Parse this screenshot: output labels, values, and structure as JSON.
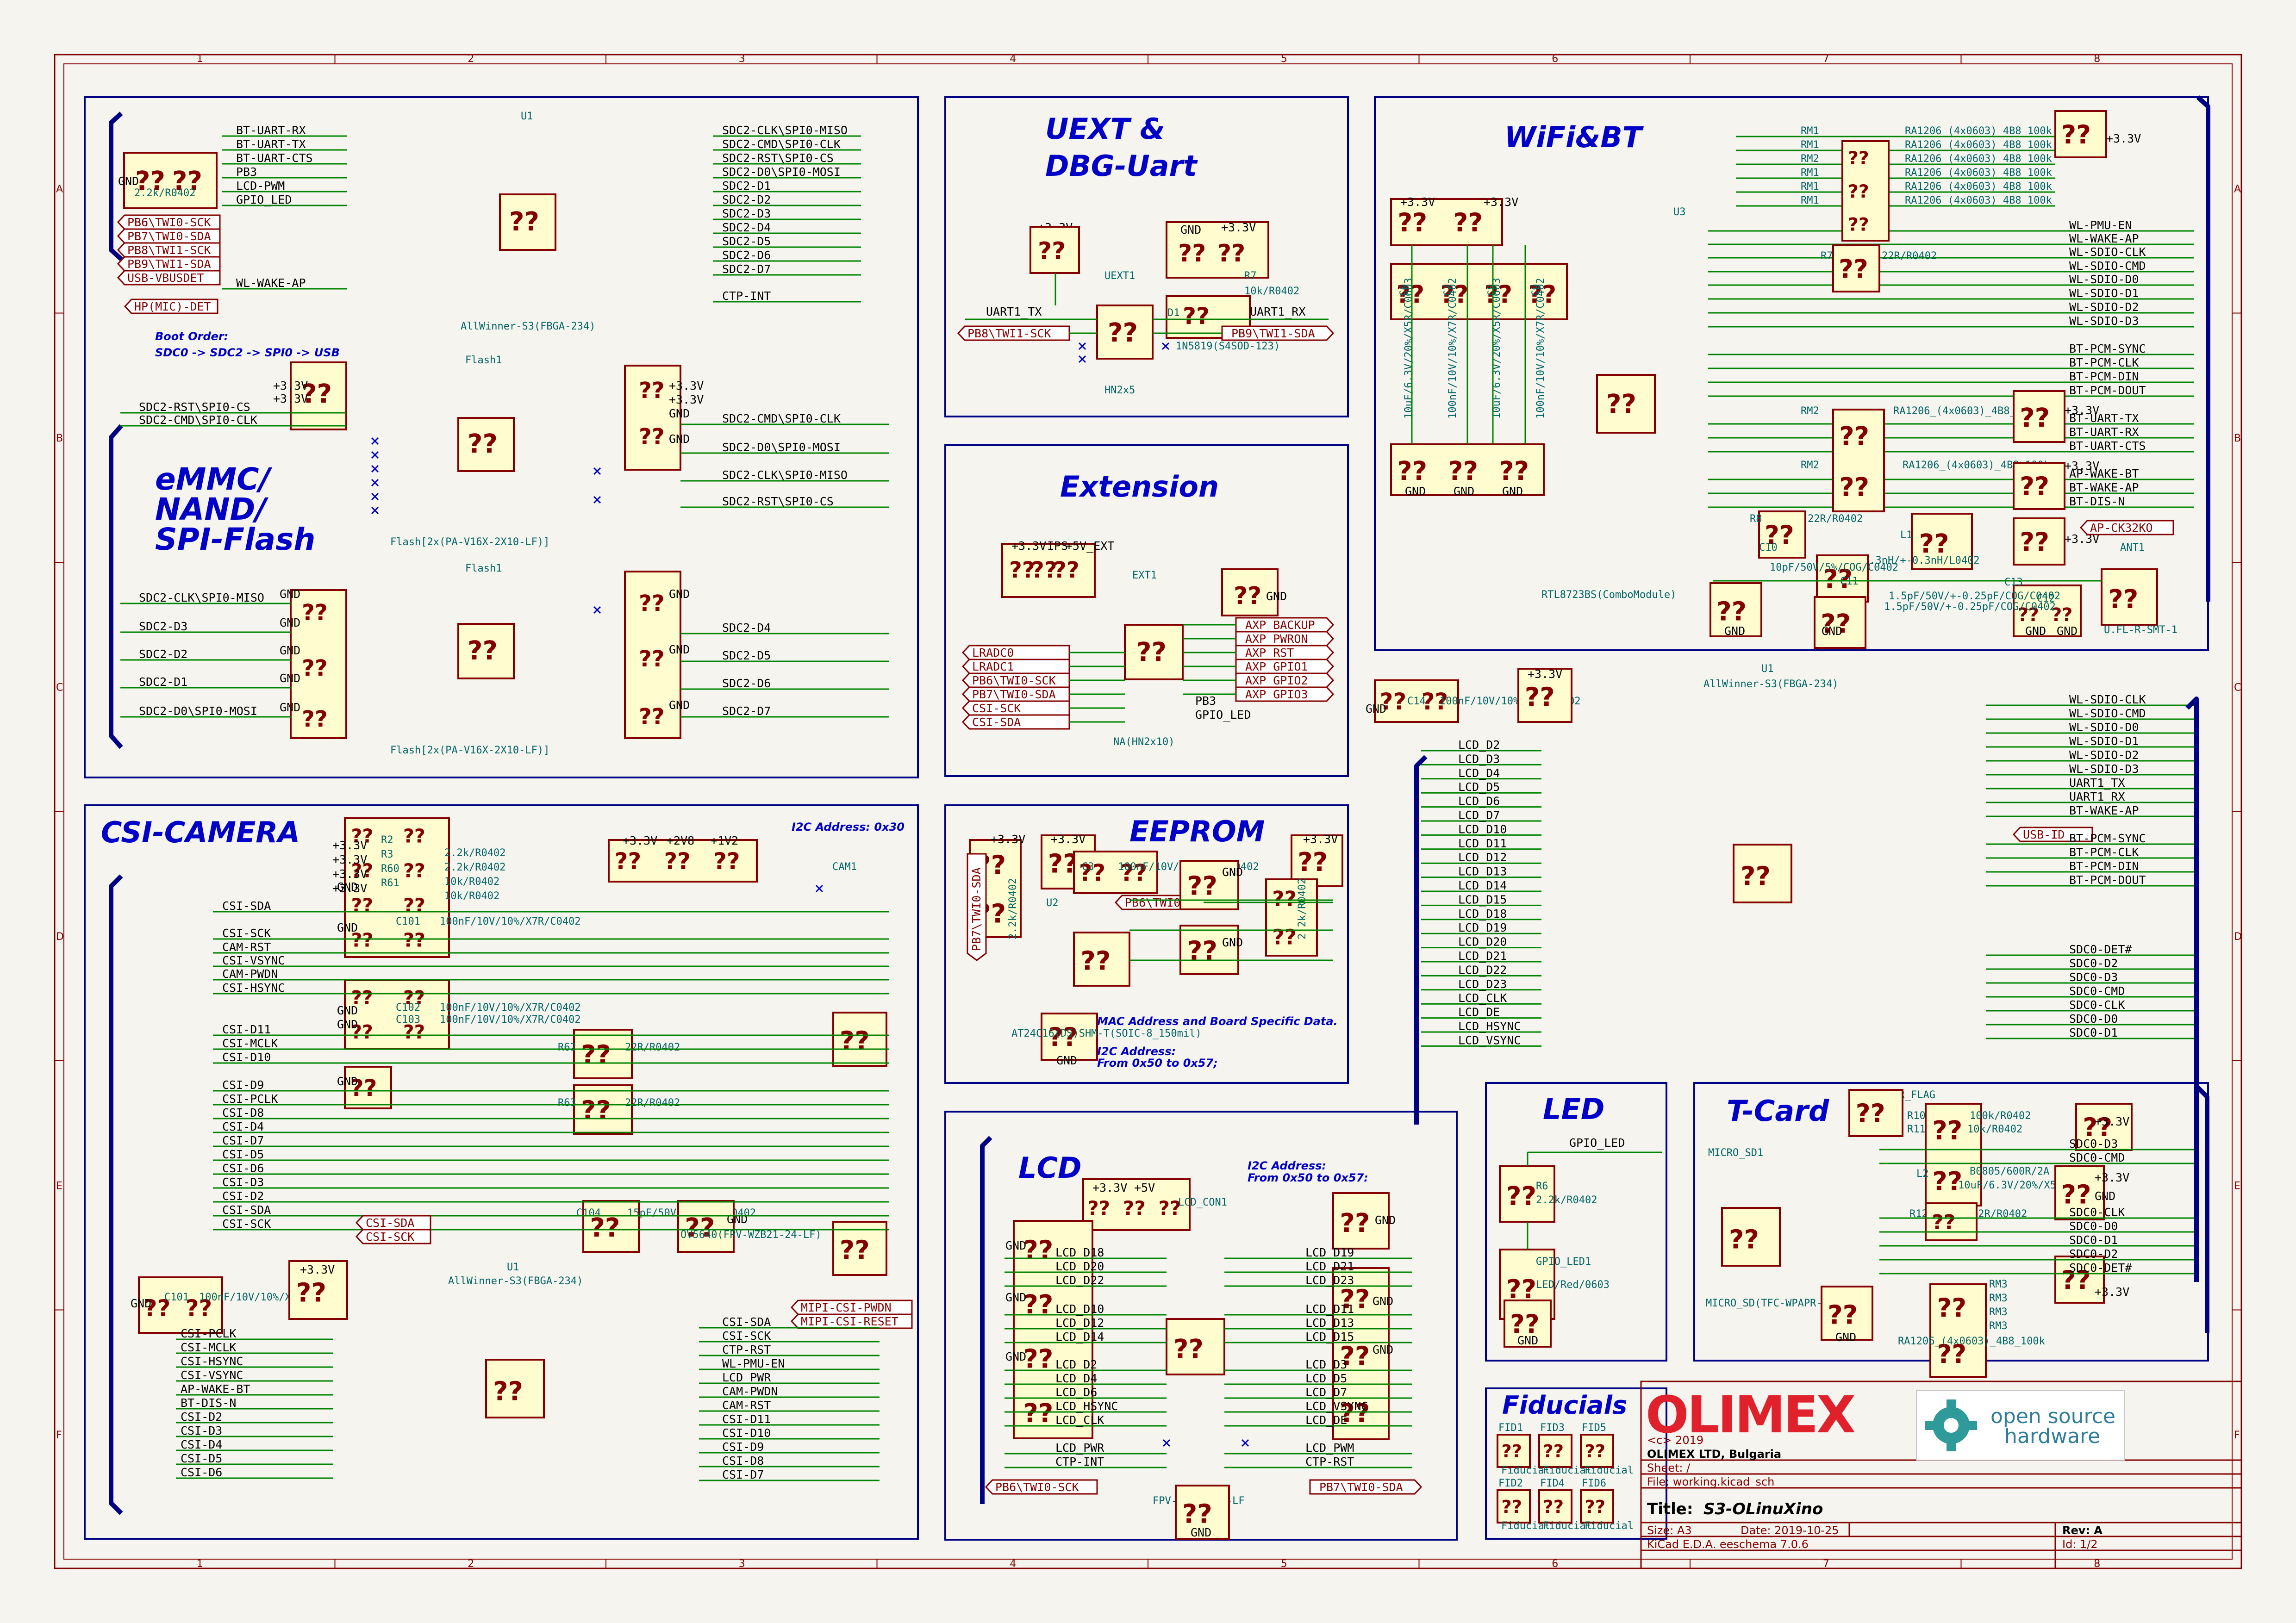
{
  "sheet_frame": {
    "columns": [
      "1",
      "2",
      "3",
      "4",
      "5",
      "6",
      "7",
      "8"
    ],
    "rows": [
      "A",
      "B",
      "C",
      "D",
      "E",
      "F"
    ]
  },
  "sections": {
    "emmc": "eMMC/\nNAND/\nSPI-Flash",
    "uext": "UEXT &\nDBG-Uart",
    "wifi": "WiFi&BT",
    "extension": "Extension",
    "csi": "CSI-CAMERA",
    "eeprom": "EEPROM",
    "lcd": "LCD",
    "led": "LED",
    "tcard": "T-Card",
    "fiducials": "Fiducials"
  },
  "notes": {
    "boot_order_1": "Boot Order:",
    "boot_order_2": "SDC0 -> SDC2 -> SPI0 -> USB",
    "i2c_csi": "I2C Address: 0x30",
    "eeprom_note": "MAC Address and Board Specific Data.",
    "eeprom_i2c_1": "I2C Address:",
    "eeprom_i2c_2": "From 0x50 to 0x57;",
    "lcd_i2c_1": "I2C Address:",
    "lcd_i2c_2": "From 0x50 to 0x57:"
  },
  "emmc": {
    "u1_ref": "U1",
    "u1_value": "AllWinner-S3(FBGA-234)",
    "r_value": "2.2k/R0402",
    "flash_ref": "Flash1",
    "flash_value": "Flash[2x(PA-V16X-2X10-LF)]",
    "left_nets": [
      "BT-UART-RX",
      "BT-UART-TX",
      "BT-UART-CTS",
      "PB3",
      "LCD-PWM",
      "GPIO_LED"
    ],
    "left_labels": [
      "PB6\\TWI0-SCK",
      "PB7\\TWI0-SDA",
      "PB8\\TWI1-SCK",
      "PB9\\TWI1-SDA",
      "USB-VBUSDET"
    ],
    "wl_wake": "WL-WAKE-AP",
    "hp_det": "HP(MIC)-DET",
    "right_nets": [
      "SDC2-CLK\\SPI0-MISO",
      "SDC2-CMD\\SPI0-CLK",
      "SDC2-RST\\SPI0-CS",
      "SDC2-D0\\SPI0-MOSI",
      "SDC2-D1",
      "SDC2-D2",
      "SDC2-D3",
      "SDC2-D4",
      "SDC2-D5",
      "SDC2-D6",
      "SDC2-D7"
    ],
    "ctp_int": "CTP-INT",
    "flash_left_top": [
      "SDC2-RST\\SPI0-CS",
      "SDC2-CMD\\SPI0-CLK"
    ],
    "flash_right_top": [
      "SDC2-CMD\\SPI0-CLK",
      "SDC2-D0\\SPI0-MOSI",
      "SDC2-CLK\\SPI0-MISO",
      "SDC2-RST\\SPI0-CS"
    ],
    "flash_left_bottom": [
      "SDC2-CLK\\SPI0-MISO",
      "SDC2-D3",
      "SDC2-D2",
      "SDC2-D1",
      "SDC2-D0\\SPI0-MOSI"
    ],
    "flash_right_bottom": [
      "SDC2-D4",
      "SDC2-D5",
      "SDC2-D6",
      "SDC2-D7"
    ],
    "pwr": "+3.3V",
    "gnd": "GND"
  },
  "uext": {
    "uext_ref": "UEXT1",
    "uext_value": "HN2x5",
    "pwr": "+3.3V",
    "gnd": "GND",
    "r7": "R7",
    "r7_value": "10k/R0402",
    "d1": "D1",
    "d1_value": "1N5819(S4SOD-123)",
    "uart_tx": "UART1_TX",
    "uart_rx": "UART1_RX",
    "label_left": "PB8\\TWI1-SCK",
    "label_right": "PB9\\TWI1-SDA"
  },
  "wifi": {
    "u3": "U3",
    "u3_value": "RTL8723BS(ComboModule)",
    "rm_refs": [
      "RM1",
      "RM1",
      "RM2",
      "RM1",
      "RM1",
      "RM1"
    ],
    "rm_value": "RA1206_(4x0603)_4B8_100k",
    "r7": "R7",
    "r7_value": "22R/R0402",
    "pwr": "+3.3V",
    "gnd": "GND",
    "cap_values": [
      "10uF/6.3V/20%/X5R/C0603",
      "100nF/10V/10%/X7R/C0402",
      "10uF/6.3V/20%/X5R/C0603",
      "100nF/10V/10%/X7R/C0402"
    ],
    "cap_refs": [
      "C6",
      "C7",
      "C8",
      "C9"
    ],
    "nets_right": [
      "WL-PMU-EN",
      "WL-WAKE-AP",
      "WL-SDIO-CLK",
      "WL-SDIO-CMD",
      "WL-SDIO-D0",
      "WL-SDIO-D1",
      "WL-SDIO-D2",
      "WL-SDIO-D3",
      "BT-PCM-SYNC",
      "BT-PCM-CLK",
      "BT-PCM-DIN",
      "BT-PCM-DOUT",
      "BT-UART-TX",
      "BT-UART-RX",
      "BT-UART-CTS",
      "AP-WAKE-BT",
      "BT-WAKE-AP",
      "BT-DIS-N"
    ],
    "rm2": "RM2",
    "ap_clk": "AP-CK32KO",
    "ant": "ANT1",
    "ant_value": "U.FL-R-SMT-1",
    "r8": "R8",
    "r8_value": "22R/R0402",
    "l1": "L1",
    "l1_value": "3.3nH/+-0.3nH/L0402",
    "c10": "C10",
    "c11": "C11",
    "c12": "C12",
    "c13": "C13",
    "c_values": [
      "1.5pF/50V/+-0.25pF/COG/C0402",
      "1.5pF/50V/+-0.25pF/COG/C0402"
    ],
    "c10_value": "10pF/50V/5%/COG/C0402"
  },
  "extension": {
    "ref": "EXT1",
    "value": "NA(HN2x10)",
    "pwr": [
      "+3.3V",
      "IPS",
      "+5V_EXT"
    ],
    "gnd": "GND",
    "left_labels": [
      "LRADC0",
      "LRADC1",
      "PB6\\TWI0-SCK",
      "PB7\\TWI0-SDA",
      "CSI-SCK",
      "CSI-SDA"
    ],
    "right_labels": [
      "AXP_BACKUP",
      "AXP_PWRON",
      "AXP_RST",
      "AXP_GPIO1",
      "AXP_GPIO2",
      "AXP_GPIO3"
    ],
    "pb3": "PB3",
    "gpio_led": "GPIO_LED"
  },
  "middle": {
    "u1": "U1",
    "u1_value": "AllWinner-S3(FBGA-234)",
    "gnd": "GND",
    "pwr": "+3.3V",
    "c_value": "100nF/10V/10%/X7R/C0402",
    "c_ref": "C14",
    "lcd_nets": [
      "LCD_D2",
      "LCD_D3",
      "LCD_D4",
      "LCD_D5",
      "LCD_D6",
      "LCD_D7",
      "LCD_D10",
      "LCD_D11",
      "LCD_D12",
      "LCD_D13",
      "LCD_D14",
      "LCD_D15",
      "LCD_D18",
      "LCD_D19",
      "LCD_D20",
      "LCD_D21",
      "LCD_D22",
      "LCD_D23",
      "LCD_CLK",
      "LCD_DE",
      "LCD_HSYNC",
      "LCD_VSYNC"
    ],
    "right_nets_1": [
      "WL-SDIO-CLK",
      "WL-SDIO-CMD",
      "WL-SDIO-D0",
      "WL-SDIO-D1",
      "WL-SDIO-D2",
      "WL-SDIO-D3",
      "UART1_TX",
      "UART1_RX",
      "BT-WAKE-AP"
    ],
    "usb_id": "USB-ID",
    "right_nets_2": [
      "BT-PCM-SYNC",
      "BT-PCM-CLK",
      "BT-PCM-DIN",
      "BT-PCM-DOUT"
    ],
    "right_nets_3": [
      "SDC0-DET#",
      "SDC0-D2",
      "SDC0-D3",
      "SDC0-CMD",
      "SDC0-CLK",
      "SDC0-D0",
      "SDC0-D1"
    ]
  },
  "csi": {
    "cam_ref": "CAM1",
    "cam_value": "OV5640(FPV-WZB21-24-LF)",
    "pwr": [
      "+3.3V",
      "+2V8",
      "+1V2"
    ],
    "r_refs": [
      "R2",
      "R3",
      "R60",
      "R61"
    ],
    "r_values": [
      "2.2k/R0402",
      "2.2k/R0402",
      "10k/R0402",
      "10k/R0402"
    ],
    "c_value": "100nF/10V/10%/X7R/C0402",
    "c_refs": [
      "C101",
      "C102",
      "C103"
    ],
    "r62": "R62",
    "r63": "R63",
    "r62_value": "22R/R0402",
    "r63_value": "22R/R0402",
    "c104": "C104",
    "c104_value": "15pF/50V/5%/COG/C0402",
    "gnd": "GND",
    "nets_upper": [
      "CSI-SDA",
      "CSI-SCK",
      "CAM-RST",
      "CSI-VSYNC",
      "CAM-PWDN",
      "CSI-HSYNC"
    ],
    "nets_mid": [
      "CSI-D11",
      "CSI-MCLK",
      "CSI-D10"
    ],
    "nets_lower": [
      "CSI-D9",
      "CSI-PCLK",
      "CSI-D8",
      "CSI-D4",
      "CSI-D7",
      "CSI-D5",
      "CSI-D6",
      "CSI-D3",
      "CSI-D2",
      "CSI-SDA",
      "CSI-SCK"
    ],
    "labels_lower": [
      "CSI-SDA",
      "CSI-SCK"
    ],
    "u1": "U1",
    "u1_value": "AllWinner-S3(FBGA-234)",
    "u1_left": [
      "CSI-PCLK",
      "CSI-MCLK",
      "CSI-HSYNC",
      "CSI-VSYNC",
      "AP-WAKE-BT",
      "BT-DIS-N",
      "CSI-D2",
      "CSI-D3",
      "CSI-D4",
      "CSI-D5",
      "CSI-D6"
    ],
    "u1_right": [
      "CSI-SDA",
      "CSI-SCK",
      "CTP-RST",
      "WL-PMU-EN",
      "LCD_PWR",
      "CAM-PWDN",
      "CAM-RST",
      "CSI-D11",
      "CSI-D10",
      "CSI-D9",
      "CSI-D8",
      "CSI-D7"
    ],
    "mipi": [
      "MIPI-CSI-PWDN",
      "MIPI-CSI-RESET"
    ],
    "c_small_value": "100nF/10V/10%/X7R/C0402"
  },
  "eeprom": {
    "u2": "U2",
    "u2_value": "AT24C16(DS)SHM-T(SOIC-8_150mil)",
    "pwr": "+3.3V",
    "gnd": "GND",
    "label1": "PB7\\TWI0-SDA",
    "label2": "PB6\\TWI0-SCK",
    "r_value": "2.2k/R0402",
    "c_value": "100nF/10V/10%/X7R/C0402",
    "c_ref": "C3"
  },
  "lcd": {
    "conn": "LCD_CON1",
    "conn_value": "FPV-WZB20-40-LF",
    "pwr": [
      "+3.3V",
      "+5V"
    ],
    "gnd": "GND",
    "left_nets": [
      "LCD_D18",
      "LCD_D20",
      "LCD_D22",
      "LCD_D10",
      "LCD_D12",
      "LCD_D14",
      "LCD_D2",
      "LCD_D4",
      "LCD_D6",
      "LCD_HSYNC",
      "LCD_CLK"
    ],
    "right_nets": [
      "LCD_D19",
      "LCD_D21",
      "LCD_D23",
      "LCD_D11",
      "LCD_D13",
      "LCD_D15",
      "LCD_D3",
      "LCD_D5",
      "LCD_D7",
      "LCD_VSYNC",
      "LCD_DE"
    ],
    "pwr_left": [
      "LCD_PWR",
      "CTP-INT"
    ],
    "pwr_right": [
      "LCD_PWM",
      "CTP-RST"
    ],
    "label_left": "PB6\\TWI0-SCK",
    "label_right": "PB7\\TWI0-SDA"
  },
  "led": {
    "gpio": "GPIO_LED",
    "r6": "R6",
    "r6_value": "2.2k/R0402",
    "led": "GPIO_LED1",
    "led_value": "LED/Red/0603",
    "gnd": "GND"
  },
  "tcard": {
    "sd_ref": "MICRO_SD1",
    "sd_value": "MICRO_SD(TFC-WPAPR-08)",
    "pwr_flag": "PWR_FLAG",
    "r10": "R10",
    "r11": "R11",
    "r10_value": "100k/R0402",
    "r11_value": "10k/R0402",
    "l2": "L2",
    "l2_value": "B0805/600R/2A",
    "c_value": "10uF/6.3V/20%/X5R/C0603",
    "r12": "R12",
    "r12_value": "22R/R0402",
    "rm3": [
      "RM3",
      "RM3",
      "RM3",
      "RM3"
    ],
    "rm3_value": "RA1206_(4x0603)_4B8_100k",
    "pwr": "+3.3V",
    "gnd": "GND",
    "nets": [
      "SDC0-D3",
      "SDC0-CMD",
      "SDC0-CLK",
      "SDC0-D0",
      "SDC0-D1",
      "SDC0-D2",
      "SDC0-DET#"
    ]
  },
  "fiducials": {
    "refs": [
      "FID1",
      "FID3",
      "FID5",
      "FID2",
      "FID4",
      "FID6"
    ],
    "value": "Fiducial"
  },
  "title_block": {
    "logo": "OLIMEX",
    "copyright": "<c> 2019",
    "company": "OLIMEX LTD, Bulgaria",
    "osh": "open source\nhardware",
    "sheet": "Sheet: /",
    "file": "File: working.kicad_sch",
    "title_label": "Title:",
    "title": "S3-OLinuXino",
    "size": "Size: A3",
    "date": "Date: 2019-10-25",
    "rev": "Rev: A",
    "tool": "KiCad E.D.A.  eeschema 7.0.6",
    "id": "Id: 1/2"
  },
  "unknown_symbol": "??"
}
